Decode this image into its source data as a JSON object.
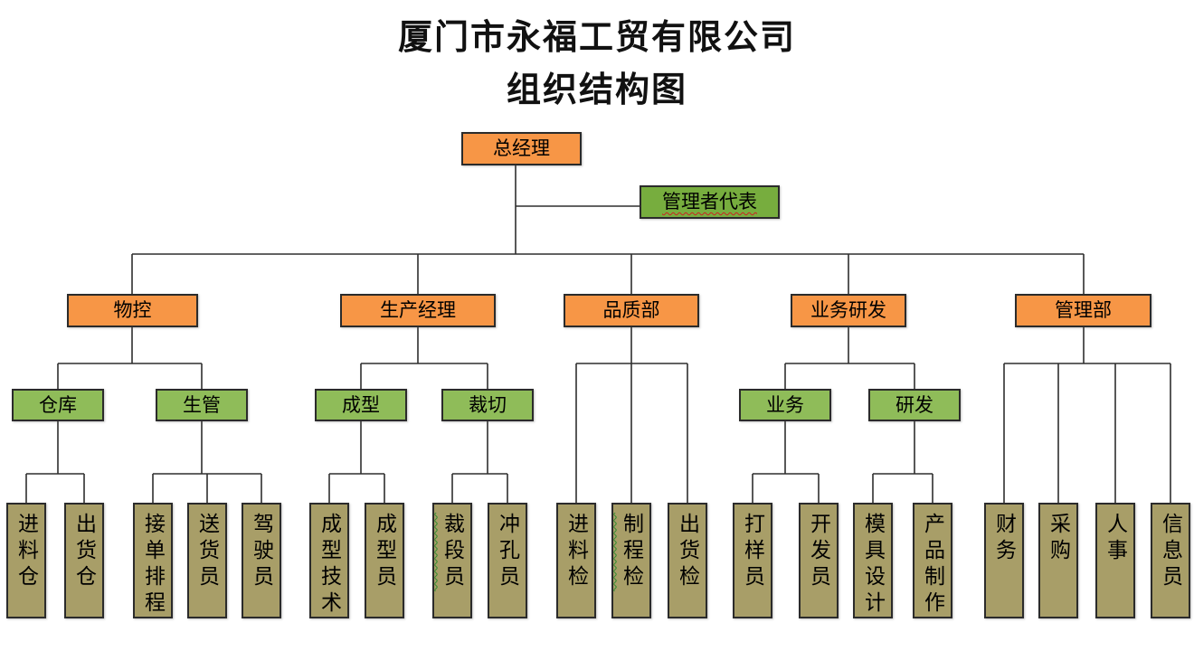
{
  "title": {
    "line1": "厦门市永福工贸有限公司",
    "line2": "组织结构图"
  },
  "colors": {
    "orange": "#F79646",
    "green_dark": "#77AD3E",
    "green": "#8FBC59",
    "olive": "#A89E68",
    "line": "#2f2f2f",
    "border": "#2b2b2b"
  },
  "org": {
    "root": {
      "label": "总经理"
    },
    "staff": {
      "label": "管理者代表"
    },
    "departments": [
      {
        "label": "物控",
        "sections": [
          {
            "label": "仓库",
            "children": [
              "进料仓",
              "出货仓"
            ]
          },
          {
            "label": "生管",
            "children": [
              "接单排程",
              "送货员",
              "驾驶员"
            ]
          }
        ]
      },
      {
        "label": "生产经理",
        "sections": [
          {
            "label": "成型",
            "children": [
              "成型技术",
              "成型员"
            ]
          },
          {
            "label": "裁切",
            "children": [
              "裁段员",
              "冲孔员"
            ]
          }
        ]
      },
      {
        "label": "品质部",
        "children": [
          "进料检",
          "制程检",
          "出货检"
        ]
      },
      {
        "label": "业务研发",
        "sections": [
          {
            "label": "业务",
            "children": [
              "打样员",
              "开发员"
            ]
          },
          {
            "label": "研发",
            "children": [
              "模具设计",
              "产品制作"
            ]
          }
        ]
      },
      {
        "label": "管理部",
        "children": [
          "财务",
          "采购",
          "人事",
          "信息员"
        ]
      }
    ]
  }
}
